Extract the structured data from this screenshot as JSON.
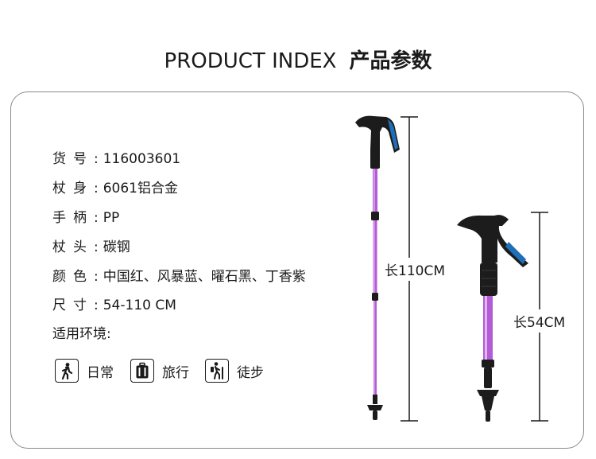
{
  "header": {
    "title_en": "PRODUCT INDEX",
    "title_zh": "产品参数"
  },
  "specs": [
    {
      "key": "货号",
      "value": "116003601"
    },
    {
      "key": "杖身",
      "value": "6061铝合金"
    },
    {
      "key": "手柄",
      "value": "PP"
    },
    {
      "key": "杖头",
      "value": "碳钢"
    },
    {
      "key": "颜色",
      "value": "中国红、风暴蓝、曜石黑、丁香紫"
    },
    {
      "key": "尺寸",
      "value": "54-110 CM"
    }
  ],
  "environment": {
    "label": "适用环境:",
    "items": [
      {
        "icon": "walking-person-icon",
        "label": "日常"
      },
      {
        "icon": "luggage-icon",
        "label": "旅行"
      },
      {
        "icon": "hiker-icon",
        "label": "徒步"
      }
    ]
  },
  "dimensions": {
    "extended": "长110CM",
    "collapsed": "长54CM"
  },
  "colors": {
    "pole": "#b45bd6",
    "grip": "#1c1c1c",
    "accent": "#1d6fb8",
    "border": "#8a8a8a"
  }
}
